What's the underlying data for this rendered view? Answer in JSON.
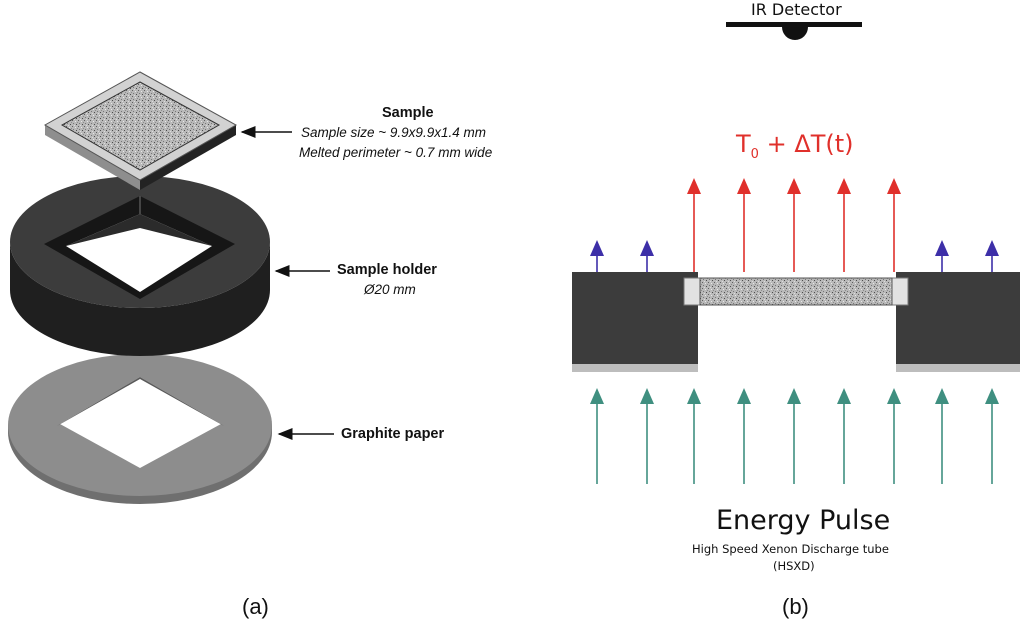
{
  "left": {
    "sample": {
      "title": "Sample",
      "line1": "Sample size ~ 9.9x9.9x1.4 mm",
      "line2": "Melted perimeter ~ 0.7 mm wide"
    },
    "holder": {
      "title": "Sample holder",
      "line1": "Ø20 mm"
    },
    "graphite": {
      "title": "Graphite paper"
    },
    "panel_label": "(a)"
  },
  "right": {
    "detector_label": "IR Detector",
    "temperature": {
      "t": "T",
      "sub": "0",
      "rest": " + ΔT(t)"
    },
    "energy_title": "Energy Pulse",
    "source_line1": "High Speed Xenon Discharge tube",
    "source_line2": "(HSXD)",
    "panel_label": "(b)"
  },
  "colors": {
    "red_arrow": "#e0302b",
    "blue_arrow": "#3d2fa8",
    "green_arrow": "#3f8f80",
    "dark_body": "#3a3a3a",
    "graphite_gray": "#8a8a8a"
  }
}
